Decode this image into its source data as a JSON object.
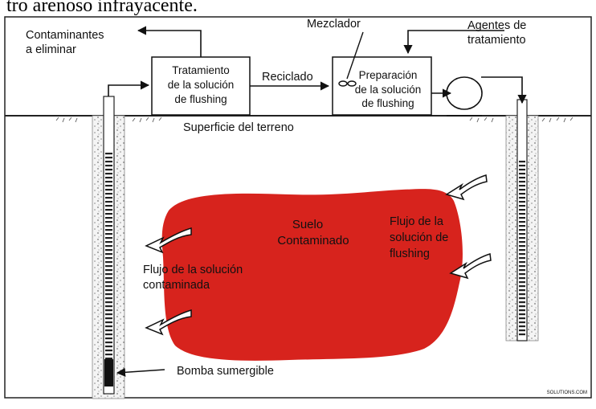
{
  "caption_top": "tro arenoso infrayacente.",
  "labels": {
    "contaminants": [
      "Contaminantes",
      "a eliminar"
    ],
    "mixer": "Mezclador",
    "agents": [
      "Agentes de",
      "tratamiento"
    ],
    "treatment_box": [
      "Tratamiento",
      "de la solución",
      "de flushing"
    ],
    "recycled": "Reciclado",
    "prep_box": [
      "Preparación",
      "de la solución",
      "de flushing"
    ],
    "ground_surface": "Superficie del terreno",
    "soil": [
      "Suelo",
      "Contaminado"
    ],
    "flow_in": [
      "Flujo de la",
      "solución de",
      "flushing"
    ],
    "flow_out": [
      "Flujo de la solución",
      "contaminada"
    ],
    "pump": "Bomba sumergible",
    "watermark": "SOLUTIONS.COM"
  },
  "colors": {
    "plume": "#d7231d",
    "line": "#111111",
    "box_fill": "#ffffff",
    "well_fill": "#f2f2f2"
  }
}
